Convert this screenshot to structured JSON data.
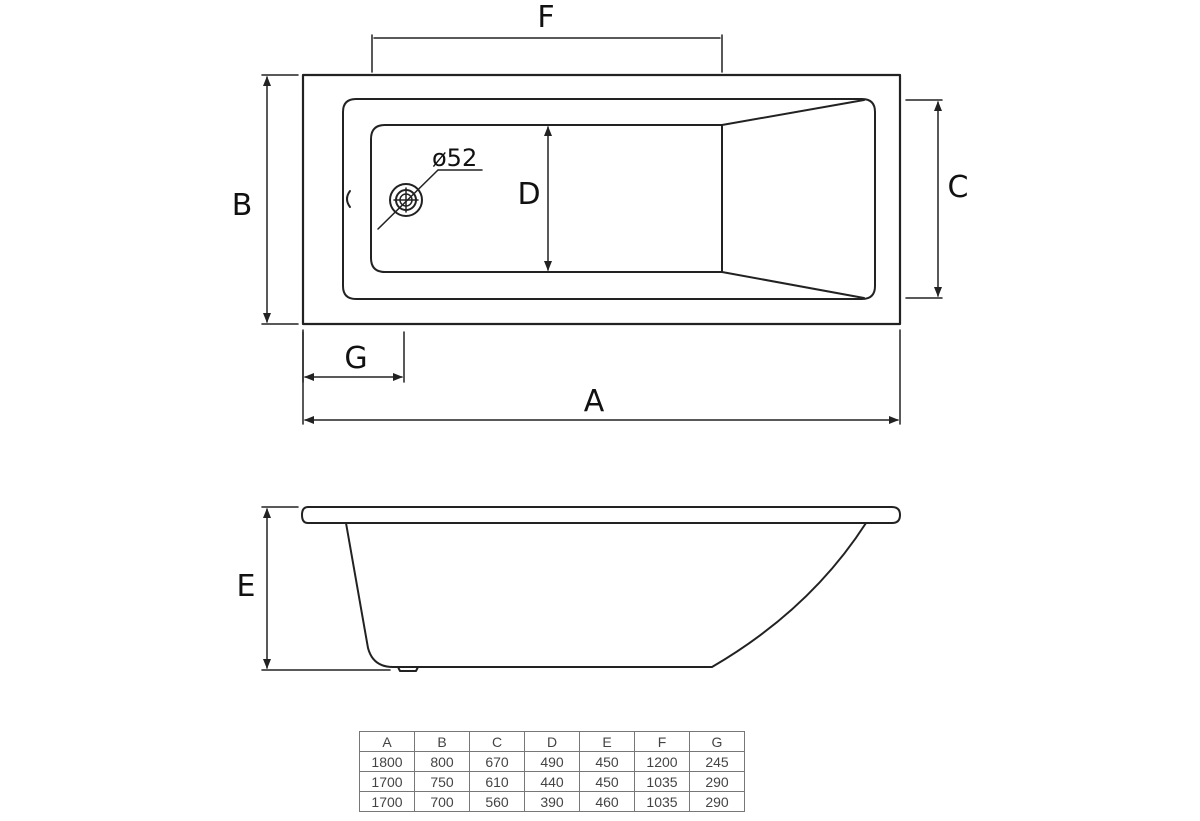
{
  "labels": {
    "a": "A",
    "b": "B",
    "c": "C",
    "d": "D",
    "e": "E",
    "f": "F",
    "g": "G",
    "drain_diameter": "ø52"
  },
  "table": {
    "headers": [
      "A",
      "B",
      "C",
      "D",
      "E",
      "F",
      "G"
    ],
    "rows": [
      [
        "1800",
        "800",
        "670",
        "490",
        "450",
        "1200",
        "245"
      ],
      [
        "1700",
        "750",
        "610",
        "440",
        "450",
        "1035",
        "290"
      ],
      [
        "1700",
        "700",
        "560",
        "390",
        "460",
        "1035",
        "290"
      ]
    ]
  }
}
